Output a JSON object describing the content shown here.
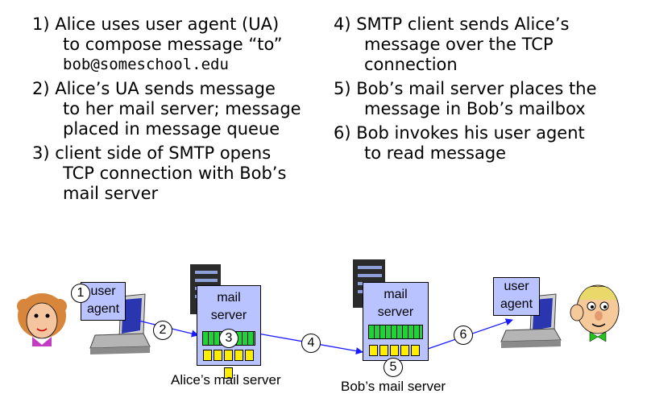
{
  "steps_left": [
    {
      "lines": [
        "1) Alice uses user agent (UA)",
        "to compose message “to”",
        "bob@someschool.edu"
      ]
    },
    {
      "lines": [
        "2) Alice’s UA sends message",
        "to her mail server; message",
        "placed in message queue"
      ]
    },
    {
      "lines": [
        "3) client side of SMTP opens",
        "TCP connection with Bob’s",
        "mail server"
      ]
    }
  ],
  "steps_right": [
    {
      "lines": [
        "4) SMTP client sends Alice’s",
        "message over the TCP",
        "connection"
      ]
    },
    {
      "lines": [
        "5) Bob’s mail server places the",
        "message in Bob’s mailbox"
      ]
    },
    {
      "lines": [
        "6) Bob invokes his user agent",
        "to read message"
      ]
    }
  ],
  "diagram": {
    "alice_ua": {
      "line1": "user",
      "line2": "agent"
    },
    "alice_server": {
      "line1": "mail",
      "line2": "server"
    },
    "bob_server": {
      "line1": "mail",
      "line2": "server"
    },
    "bob_ua": {
      "line1": "user",
      "line2": "agent"
    },
    "alice_server_caption": "Alice’s mail server",
    "bob_server_caption": "Bob’s mail server",
    "markers": [
      "1",
      "2",
      "3",
      "4",
      "5",
      "6"
    ]
  },
  "colors": {
    "box_fill": "#b9c3ff",
    "queue_green": "#22d13a",
    "mailbox_yellow": "#ffee00",
    "link_blue": "#1a1aff"
  }
}
